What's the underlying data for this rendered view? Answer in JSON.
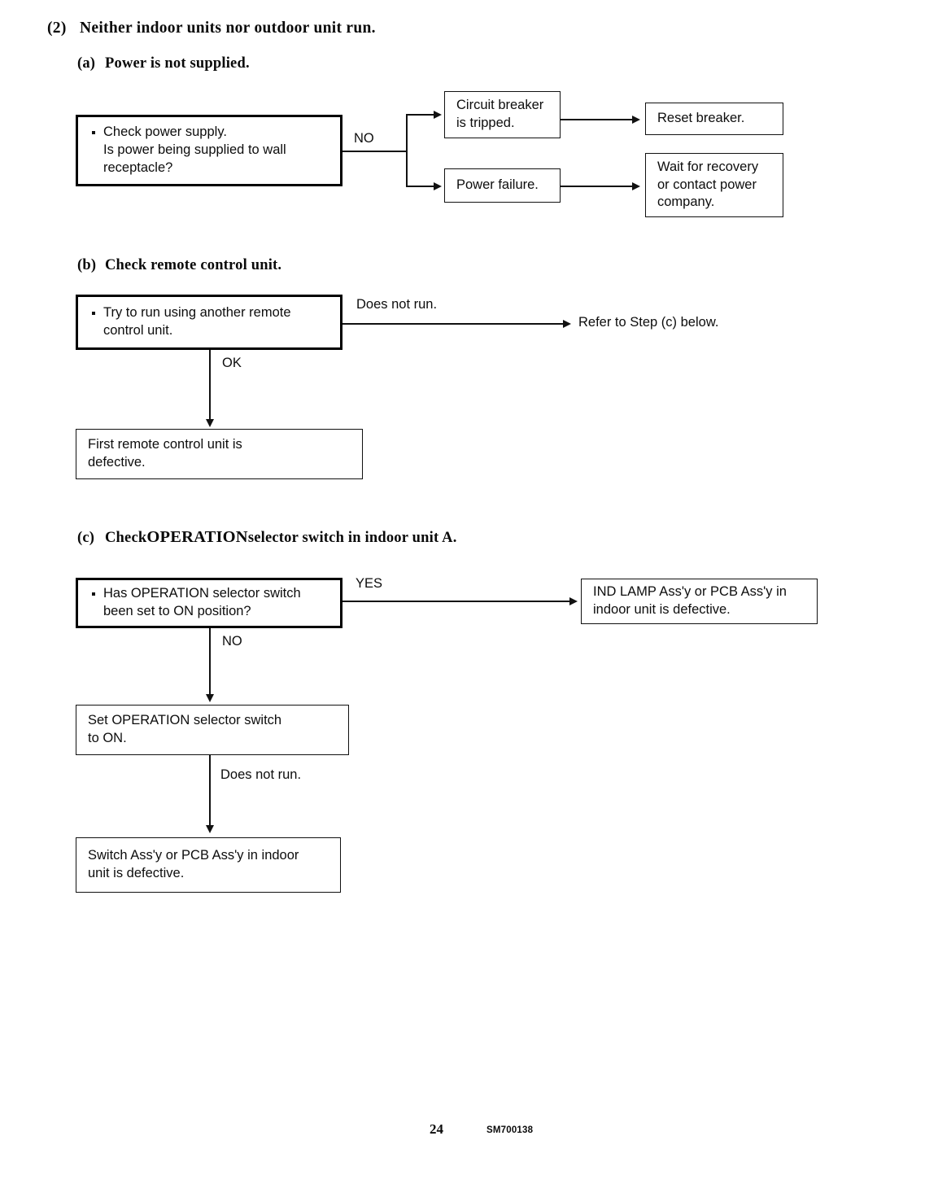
{
  "document": {
    "section_number": "(2)",
    "section_title": "Neither indoor units nor outdoor unit run.",
    "footer": {
      "page_number": "24",
      "doc_code": "SM700138"
    }
  },
  "subsections": [
    {
      "label": "(a)",
      "title": "Power is not supplied.",
      "nodes": {
        "check_power": {
          "line1": "Check power supply.",
          "line2": "Is power being supplied to wall",
          "line3": "receptacle?"
        },
        "circuit_breaker": {
          "line1": "Circuit breaker",
          "line2": "is tripped."
        },
        "power_failure": {
          "line1": "Power failure."
        },
        "reset_breaker": {
          "line1": "Reset breaker."
        },
        "wait_recovery": {
          "line1": "Wait for recovery",
          "line2": "or contact power",
          "line3": "company."
        }
      },
      "edges": {
        "no": "NO"
      }
    },
    {
      "label": "(b)",
      "title": "Check remote control unit.",
      "nodes": {
        "try_another_remote": {
          "line1": "Try to run using another remote",
          "line2": "control unit."
        },
        "first_remote_defective": {
          "line1": "First remote control unit is",
          "line2": "defective."
        },
        "refer_step_c": {
          "line1": "Refer to Step (c) below."
        }
      },
      "edges": {
        "does_not_run": "Does not run.",
        "ok": "OK"
      }
    },
    {
      "label": "(c)",
      "title_pre": "Check ",
      "title_caps": "OPERATION",
      "title_post": " selector switch in indoor unit A.",
      "nodes": {
        "has_operation_set": {
          "line1": "Has OPERATION selector switch",
          "line2": "been set to ON position?"
        },
        "ind_lamp_defective": {
          "line1": "IND LAMP Ass'y or PCB Ass'y in",
          "line2": "indoor unit is defective."
        },
        "set_operation_on": {
          "line1": "Set OPERATION selector switch",
          "line2": "to ON."
        },
        "switch_defective": {
          "line1": "Switch Ass'y or PCB Ass'y in indoor",
          "line2": "unit is defective."
        }
      },
      "edges": {
        "yes": "YES",
        "no": "NO",
        "does_not_run": "Does not run."
      }
    }
  ]
}
